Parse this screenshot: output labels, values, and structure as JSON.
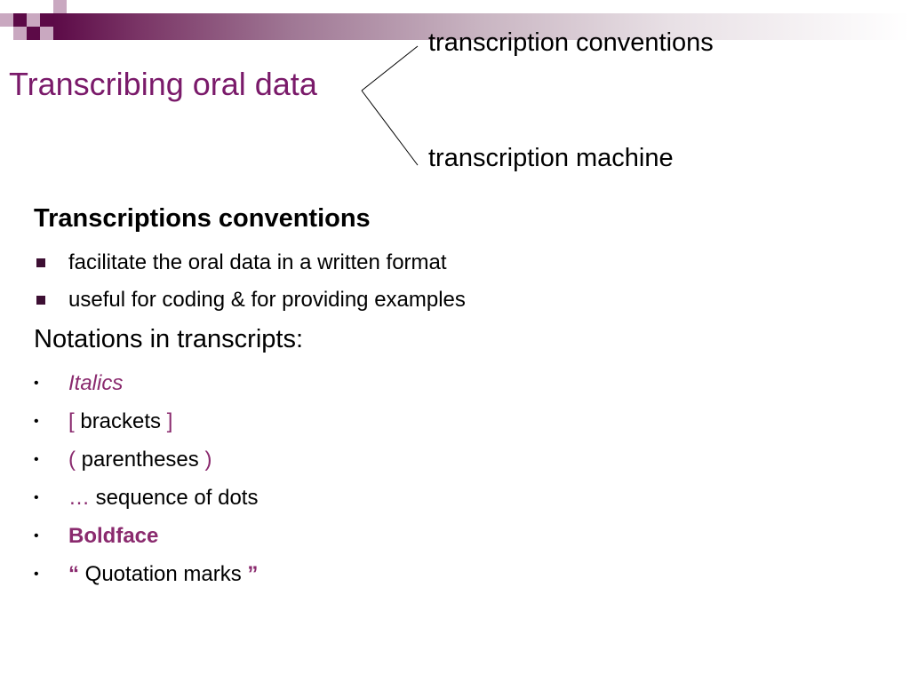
{
  "colors": {
    "title": "#7a1a6a",
    "accent": "#8a2a6e",
    "bullet_square": "#3d0f33",
    "header_dark": "#5c0a47"
  },
  "title": "Transcribing oral data",
  "branches": {
    "top": "transcription conventions",
    "bottom": "transcription machine"
  },
  "section": {
    "heading": "Transcriptions conventions",
    "items": [
      "facilitate the oral data in a written format",
      "useful for coding & for providing examples"
    ]
  },
  "notations": {
    "heading": "Notations in transcripts:",
    "bullet_glyph": "•",
    "italics": "Italics",
    "brackets": {
      "open": "[",
      "text": " brackets ",
      "close": "]"
    },
    "parentheses": {
      "open": "(",
      "text": " parentheses ",
      "close": ")"
    },
    "dots": {
      "mark": "…",
      "text": " sequence of dots"
    },
    "boldface": "Boldface",
    "quotes": {
      "open": "“",
      "text": " Quotation marks ",
      "close": "”"
    }
  }
}
